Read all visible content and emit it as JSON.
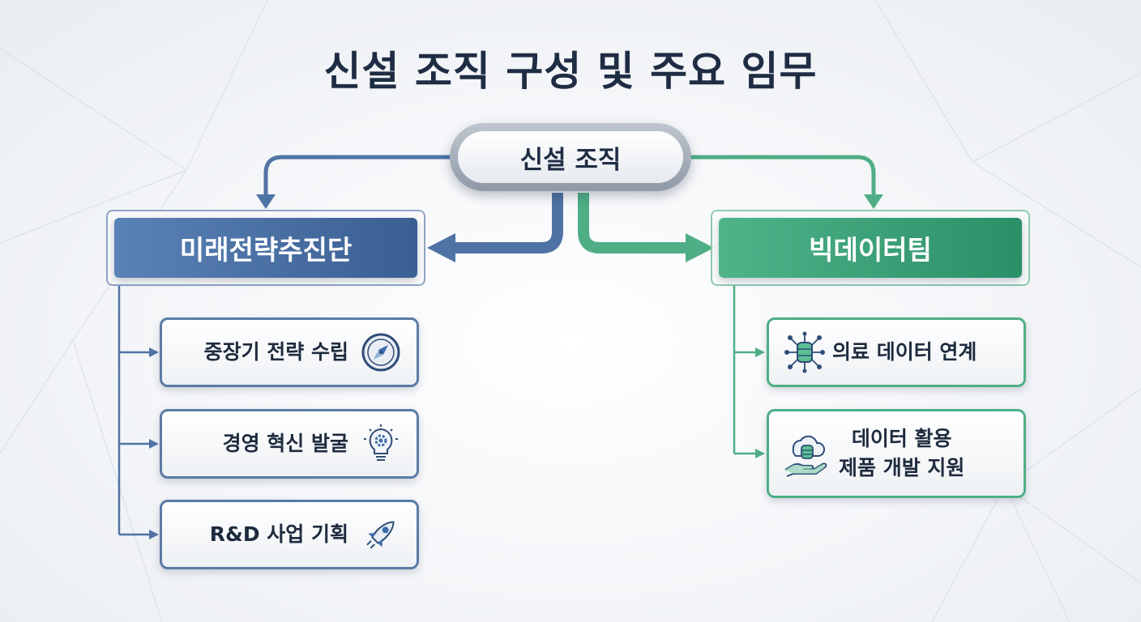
{
  "title": "신설 조직 구성 및 주요 임무",
  "root": {
    "label": "신설 조직"
  },
  "left_branch": {
    "label": "미래전략추진단",
    "color": "#3f6495",
    "tasks": [
      {
        "label": "중장기 전략 수립",
        "icon": "compass-icon"
      },
      {
        "label": "경영 혁신 발굴",
        "icon": "lightbulb-gear-icon"
      },
      {
        "label": "R&D 사업 기획",
        "icon": "rocket-icon"
      }
    ]
  },
  "right_branch": {
    "label": "빅데이터팀",
    "color": "#2f9a6e",
    "tasks": [
      {
        "label": "의료 데이터 연계",
        "icon": "database-network-icon"
      },
      {
        "label_line1": "데이터 활용",
        "label_line2": "제품 개발 지원",
        "icon": "cloud-database-hand-icon"
      }
    ]
  }
}
